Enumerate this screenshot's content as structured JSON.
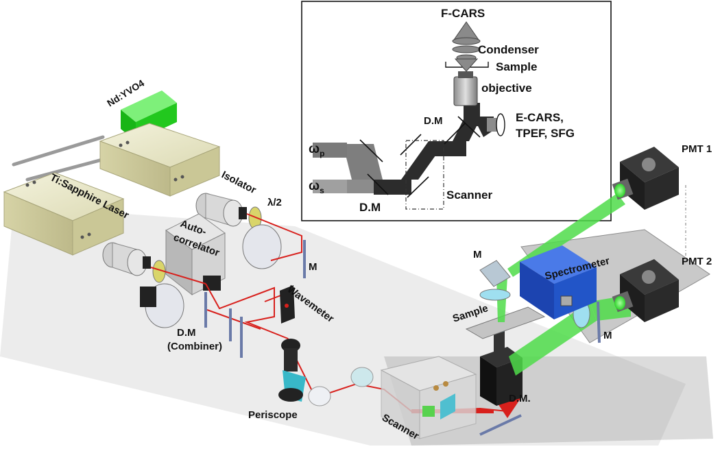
{
  "inset": {
    "f_cars": "F-CARS",
    "condenser": "Condenser",
    "sample": "Sample",
    "objective": "objective",
    "dm_top": "D.M",
    "e_cars_line1": "E-CARS,",
    "e_cars_line2": "TPEF, SFG",
    "omega_p": "ω",
    "omega_p_sub": "p",
    "omega_s": "ω",
    "omega_s_sub": "s",
    "dm_bottom": "D.M",
    "scanner": "Scanner"
  },
  "setup": {
    "nd_yvo4": "Nd:YVO4",
    "ti_sapphire": "Ti:Sapphire Laser",
    "isolator": "Isolator",
    "half_wave": "λ/2",
    "autocorrelator_1": "Auto-",
    "autocorrelator_2": "correlator",
    "mirror_m1": "M",
    "wavemeter": "Wavemeter",
    "dm_combiner_1": "D.M",
    "dm_combiner_2": "(Combiner)",
    "periscope": "Periscope",
    "scanner": "Scanner",
    "sample": "Sample",
    "dm_microscope": "D.M.",
    "mirror_m2": "M",
    "mirror_m3": "M",
    "spectrometer": "Spectrometer",
    "pmt1": "PMT 1",
    "pmt2": "PMT 2"
  },
  "colors": {
    "laser_red": "#d8201c",
    "signal_green": "#4fdc4a",
    "laser_box": "#e6e4c2",
    "nd_green": "#22c81e",
    "spectrometer_blue": "#2255c8"
  }
}
